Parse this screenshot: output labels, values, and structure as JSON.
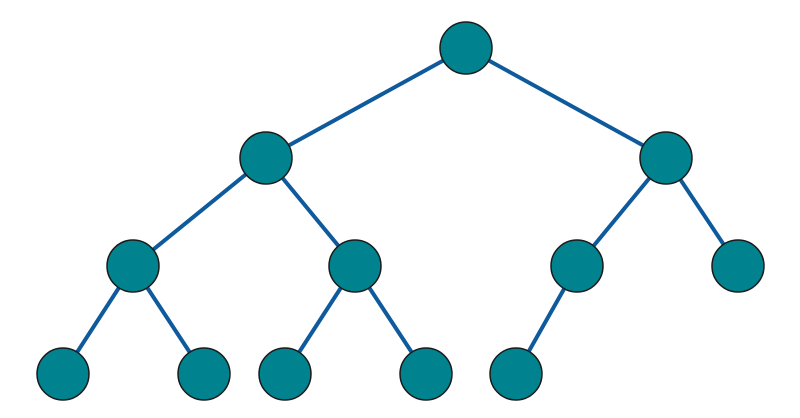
{
  "diagram": {
    "type": "binary-tree",
    "colors": {
      "node_fill": "#00838F",
      "node_stroke": "#1A1A1A",
      "edge": "#0E5A9C",
      "background": "#FFFFFF"
    },
    "nodes": [
      {
        "id": "root",
        "depth": 0
      },
      {
        "id": "n1",
        "depth": 1,
        "parent": "root"
      },
      {
        "id": "n2",
        "depth": 1,
        "parent": "root"
      },
      {
        "id": "n1-left",
        "depth": 2,
        "parent": "n1"
      },
      {
        "id": "n1-right",
        "depth": 2,
        "parent": "n1"
      },
      {
        "id": "n2-left",
        "depth": 2,
        "parent": "n2"
      },
      {
        "id": "n2-right",
        "depth": 2,
        "parent": "n2"
      },
      {
        "id": "n1-left-left",
        "depth": 3,
        "parent": "n1-left"
      },
      {
        "id": "n1-left-right",
        "depth": 3,
        "parent": "n1-left"
      },
      {
        "id": "n1-right-left",
        "depth": 3,
        "parent": "n1-right"
      },
      {
        "id": "n1-right-right",
        "depth": 3,
        "parent": "n1-right"
      },
      {
        "id": "n2-left-left",
        "depth": 3,
        "parent": "n2-left"
      }
    ]
  }
}
